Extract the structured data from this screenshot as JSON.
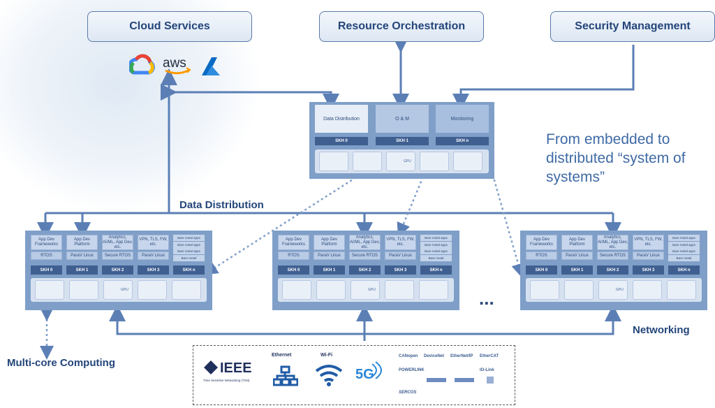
{
  "top_boxes": {
    "cloud": "Cloud Services",
    "orchestration": "Resource Orchestration",
    "security": "Security Management"
  },
  "cloud_logos": {
    "aws": "aws"
  },
  "labels": {
    "data_distribution": "Data Distribution",
    "networking": "Networking",
    "multicore": "Multi-core Computing",
    "ellipsis": "..."
  },
  "tagline": "From embedded to distributed “system of systems”",
  "control_node": {
    "cells": [
      "Data Distribution",
      "O & M",
      "Monitoring"
    ],
    "skh": [
      "SKH 0",
      "SKH 1",
      "SKH n"
    ]
  },
  "edge_node": {
    "cells": [
      "App Dev Frameworks",
      "App Dev Platform",
      "Analytics, AI/ML, App Dev, etc.",
      "VPN, TLS, FW, etc."
    ],
    "subcells": [
      "RTOS",
      "ParaV Linux",
      "Secure RTOS",
      "ParaV Linux"
    ],
    "baremetal_apps": [
      "Bare metal apps",
      "Bare metal apps",
      "Bare metal apps",
      "Bare metal"
    ],
    "skh": [
      "SKH 0",
      "SKH 1",
      "SKH 2",
      "SKH 3",
      "SKH n"
    ],
    "gpu": "GPU"
  },
  "protocols": {
    "ieee": "IEEE",
    "tsn": "Time Sensitive Networking (TSN)",
    "ethernet": "Ethernet",
    "wifi": "Wi-Fi",
    "fiveg": "5G",
    "canopen": "CANopen",
    "devicenet": "DeviceNet",
    "ethernetip": "EtherNet/IP",
    "ethercat": "EtherCAT",
    "powerlink": "POWERLINK",
    "iolink": "IO-Link",
    "sercos": "SERCOS"
  },
  "colors": {
    "primary": "#23457a",
    "accent": "#3f6aa5",
    "node": "#7f9fc8",
    "line": "#5b7fb5"
  }
}
